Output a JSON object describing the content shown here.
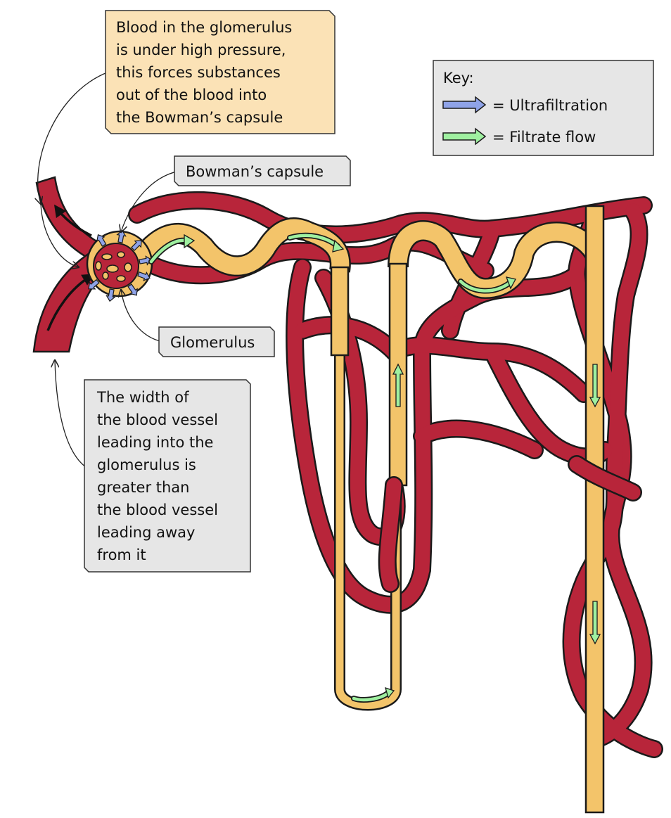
{
  "colors": {
    "blood_vessel": "#b8253a",
    "vessel_outline": "#1a1a1a",
    "nephron_tubule": "#f3c46a",
    "ultrafiltration_arrow": "#8fa3e8",
    "filtrate_arrow": "#9ff0a0",
    "note_orange_bg": "#fbe2b6",
    "note_grey_bg": "#e6e6e6",
    "key_bg": "#e6e6e6"
  },
  "callouts": {
    "pressure_note": {
      "lines": [
        "Blood in the glomerulus",
        "is under high pressure,",
        "this forces substances",
        "out of  the blood into",
        "the Bowman’s capsule"
      ]
    },
    "bowmans_capsule_label": "Bowman’s capsule",
    "glomerulus_label": "Glomerulus",
    "width_note": {
      "lines": [
        "The width of",
        "the blood vessel",
        "leading into the",
        "glomerulus is",
        "greater than",
        "the blood vessel",
        "leading away",
        "from it"
      ]
    }
  },
  "key": {
    "title": "Key:",
    "items": [
      {
        "label": "= Ultrafiltration",
        "arrow": "ultrafiltration-arrow-icon"
      },
      {
        "label": "= Filtrate flow",
        "arrow": "filtrate-arrow-icon"
      }
    ]
  }
}
